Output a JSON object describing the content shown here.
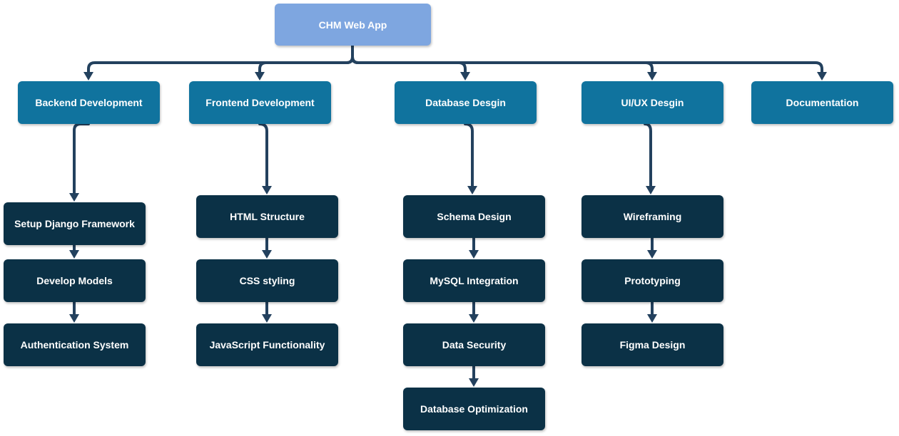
{
  "root": {
    "label": "CHM Web App",
    "color": "#7ea6e0"
  },
  "colors": {
    "category": "#10739e",
    "task": "#0b3146",
    "connector": "#23415e"
  },
  "branches": [
    {
      "label": "Backend Development",
      "tasks": [
        "Setup Django Framework",
        "Develop Models",
        "Authentication System"
      ]
    },
    {
      "label": "Frontend Development",
      "tasks": [
        "HTML Structure",
        "CSS styling",
        "JavaScript Functionality"
      ]
    },
    {
      "label": "Database Desgin",
      "tasks": [
        "Schema Design",
        "MySQL Integration",
        "Data Security",
        "Database Optimization"
      ]
    },
    {
      "label": "UI/UX Desgin",
      "tasks": [
        "Wireframing",
        "Prototyping",
        "Figma Design"
      ]
    },
    {
      "label": "Documentation",
      "tasks": []
    }
  ]
}
